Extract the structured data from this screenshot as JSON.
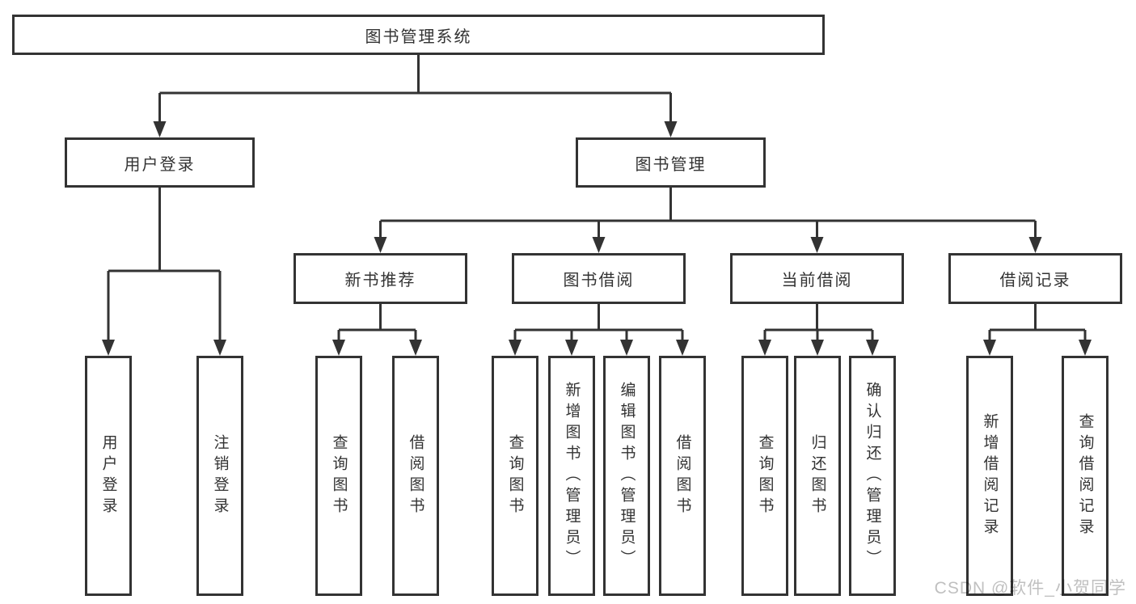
{
  "tree": {
    "root": {
      "label": "图书管理系统"
    },
    "branches": [
      {
        "label": "用户登录",
        "children": [
          {
            "label": "用户登录"
          },
          {
            "label": "注销登录"
          }
        ]
      },
      {
        "label": "图书管理",
        "groups": [
          {
            "label": "新书推荐",
            "children": [
              {
                "label": "查询图书"
              },
              {
                "label": "借阅图书"
              }
            ]
          },
          {
            "label": "图书借阅",
            "children": [
              {
                "label": "查询图书"
              },
              {
                "label": "新增图书（管理员）"
              },
              {
                "label": "编辑图书（管理员）"
              },
              {
                "label": "借阅图书"
              }
            ]
          },
          {
            "label": "当前借阅",
            "children": [
              {
                "label": "查询图书"
              },
              {
                "label": "归还图书"
              },
              {
                "label": "确认归还（管理员）"
              }
            ]
          },
          {
            "label": "借阅记录",
            "children": [
              {
                "label": "新增借阅记录"
              },
              {
                "label": "查询借阅记录"
              }
            ]
          }
        ]
      }
    ]
  },
  "watermark": {
    "text": "CSDN @软件_小贺同学"
  },
  "colors": {
    "line": "#333333",
    "box_border": "#333333",
    "box_fill": "#ffffff",
    "text": "#333333",
    "watermark": "#c0c0c0",
    "background": "#ffffff"
  }
}
